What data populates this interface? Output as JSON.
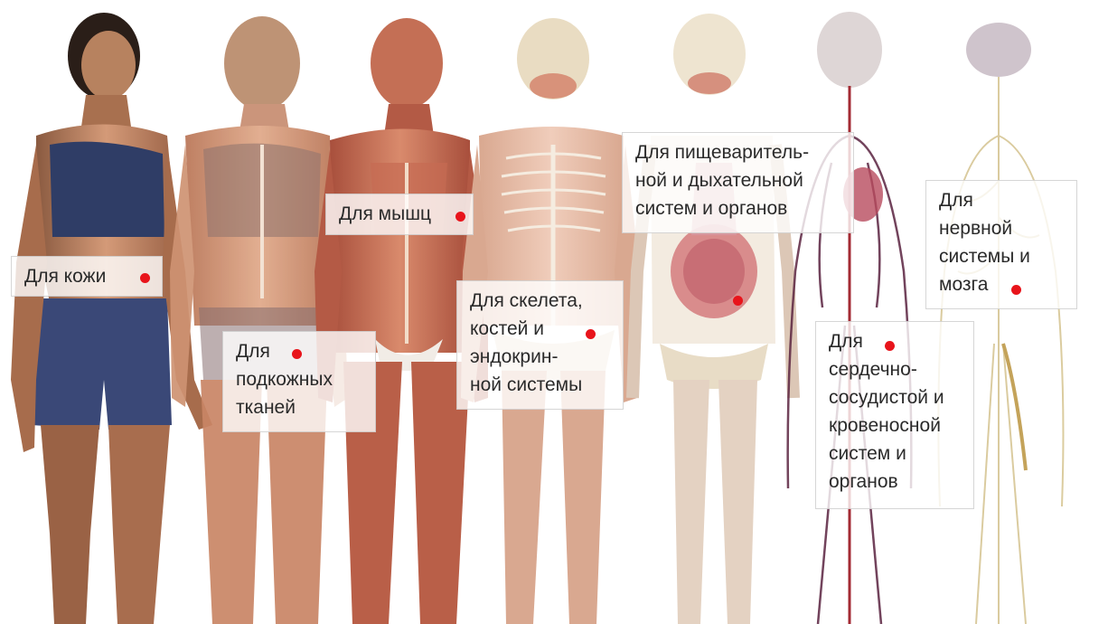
{
  "image_description_free": true,
  "colors": {
    "marker": "#e8141b",
    "skin": "#c98b68",
    "muscle": "#c0644f",
    "bone": "#e8dcc6",
    "vessel": "#5a2340",
    "nerve": "#d9c99a",
    "clothing": "#3b4870",
    "background": "#ffffff"
  },
  "labels": {
    "skin": {
      "lines": [
        "Для кожи"
      ]
    },
    "subcutaneous": {
      "lines": [
        "Для",
        "подкожных",
        "тканей"
      ]
    },
    "muscles": {
      "lines": [
        "Для мышц"
      ]
    },
    "skeleton": {
      "lines": [
        "Для скелета,",
        "костей и",
        "эндокрин-",
        "ной системы"
      ]
    },
    "digestive": {
      "lines": [
        "Для пищеваритель-",
        "ной и дыхательной",
        "систем и органов"
      ]
    },
    "cardio": {
      "lines": [
        "Для",
        "сердечно-",
        "сосудистой и",
        "кровеносной",
        "систем и",
        "органов"
      ]
    },
    "nervous": {
      "lines": [
        "Для",
        "нервной",
        "системы и",
        "мозга"
      ]
    }
  },
  "icons": [
    "marker-dot-icon"
  ]
}
